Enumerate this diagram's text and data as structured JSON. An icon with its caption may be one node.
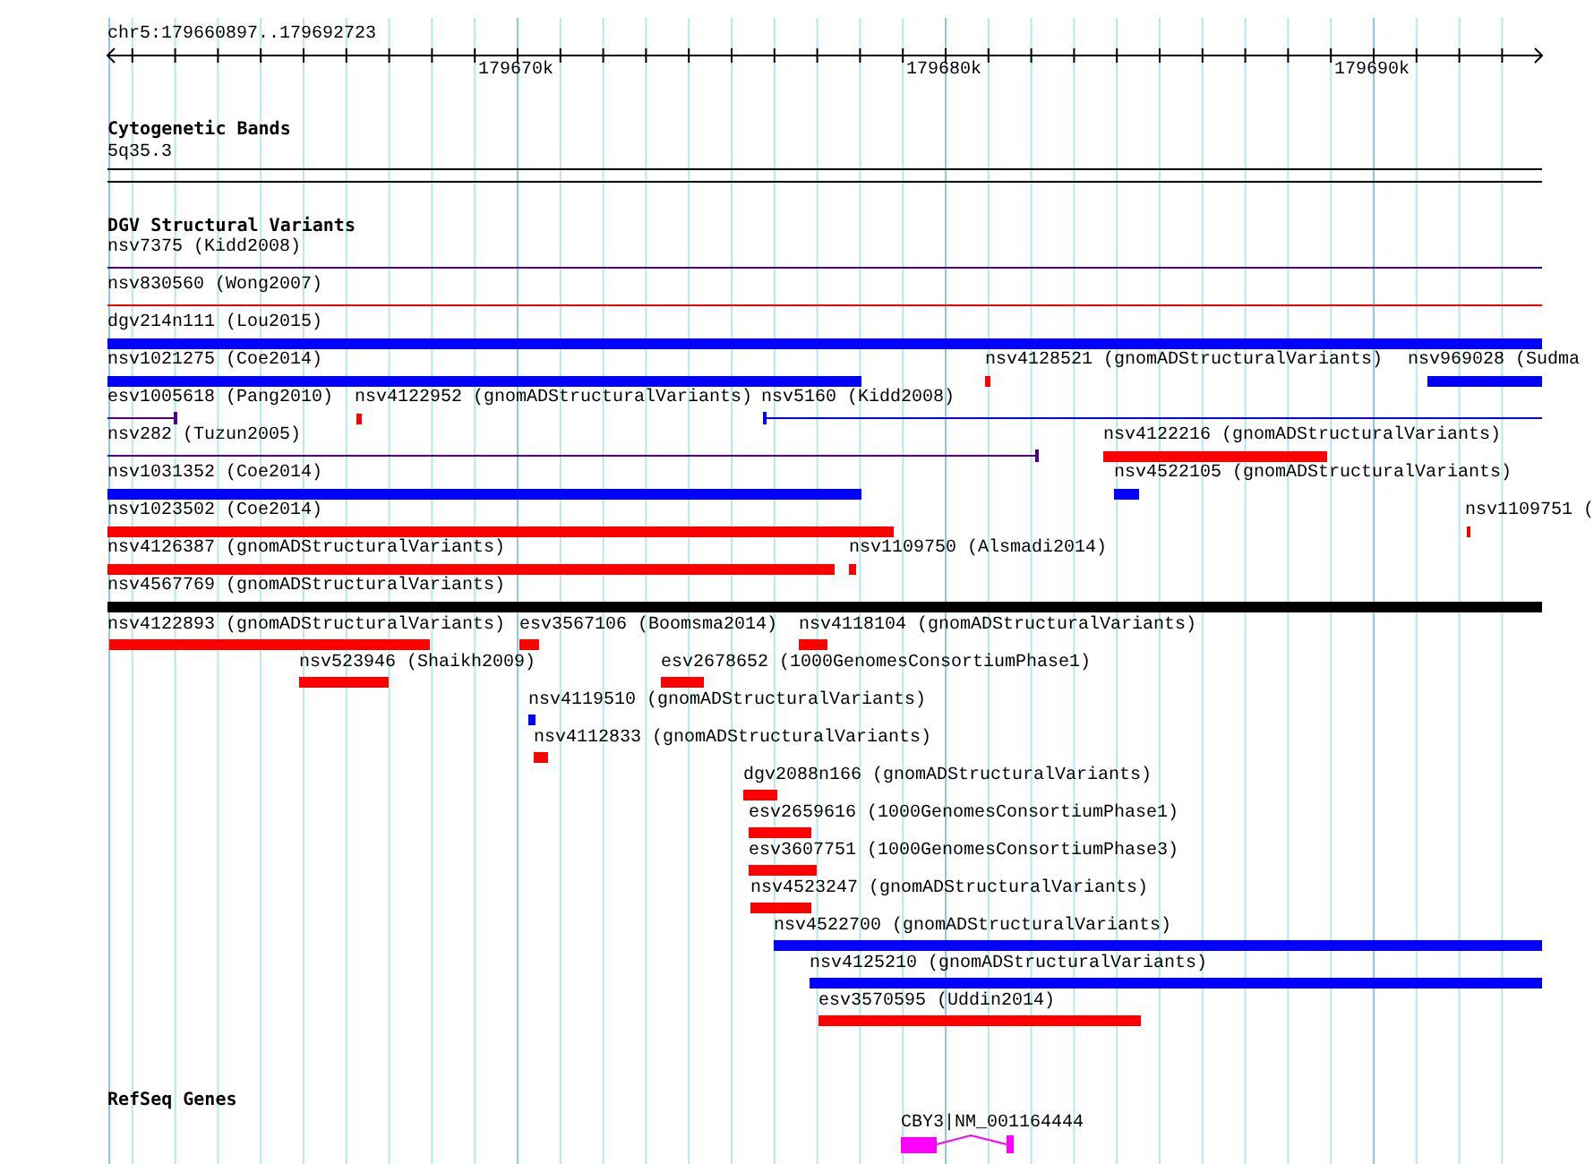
{
  "diagram": {
    "labels": [
      "chr5:179660897..179692723",
      "179670k",
      "179680k",
      "179690k",
      "Cytogenetic Bands",
      "5q35.3",
      "DGV Structural Variants",
      "nsv7375 (Kidd2008)",
      "nsv830560 (Wong2007)",
      "dgv214n111 (Lou2015)",
      "nsv1021275 (Coe2014)",
      "nsv4128521 (gnomADStructuralVariants)",
      "nsv969028 (Sudma",
      "esv1005618 (Pang2010)",
      "nsv4122952 (gnomADStructuralVariants)",
      "nsv5160 (Kidd2008)",
      "nsv282 (Tuzun2005)",
      "nsv4122216 (gnomADStructuralVariants)",
      "nsv1031352 (Coe2014)",
      "nsv4522105 (gnomADStructuralVariants)",
      "nsv1023502 (Coe2014)",
      "nsv1109751 (",
      "nsv4126387 (gnomADStructuralVariants)",
      "nsv1109750 (Alsmadi2014)",
      "nsv4567769 (gnomADStructuralVariants)",
      "nsv4122893 (gnomADStructuralVariants)",
      "esv3567106 (Boomsma2014)",
      "nsv4118104 (gnomADStructuralVariants)",
      "nsv523946 (Shaikh2009)",
      "esv2678652 (1000GenomesConsortiumPhase1)",
      "nsv4119510 (gnomADStructuralVariants)",
      "nsv4112833 (gnomADStructuralVariants)",
      "dgv2088n166 (gnomADStructuralVariants)",
      "esv2659616 (1000GenomesConsortiumPhase1)",
      "esv3607751 (1000GenomesConsortiumPhase3)",
      "nsv4523247 (gnomADStructuralVariants)",
      "nsv4522700 (gnomADStructuralVariants)",
      "nsv4125210 (gnomADStructuralVariants)",
      "esv3570595 (Uddin2014)",
      "RefSeq Genes",
      "CBY3|NM_001164444"
    ]
  }
}
